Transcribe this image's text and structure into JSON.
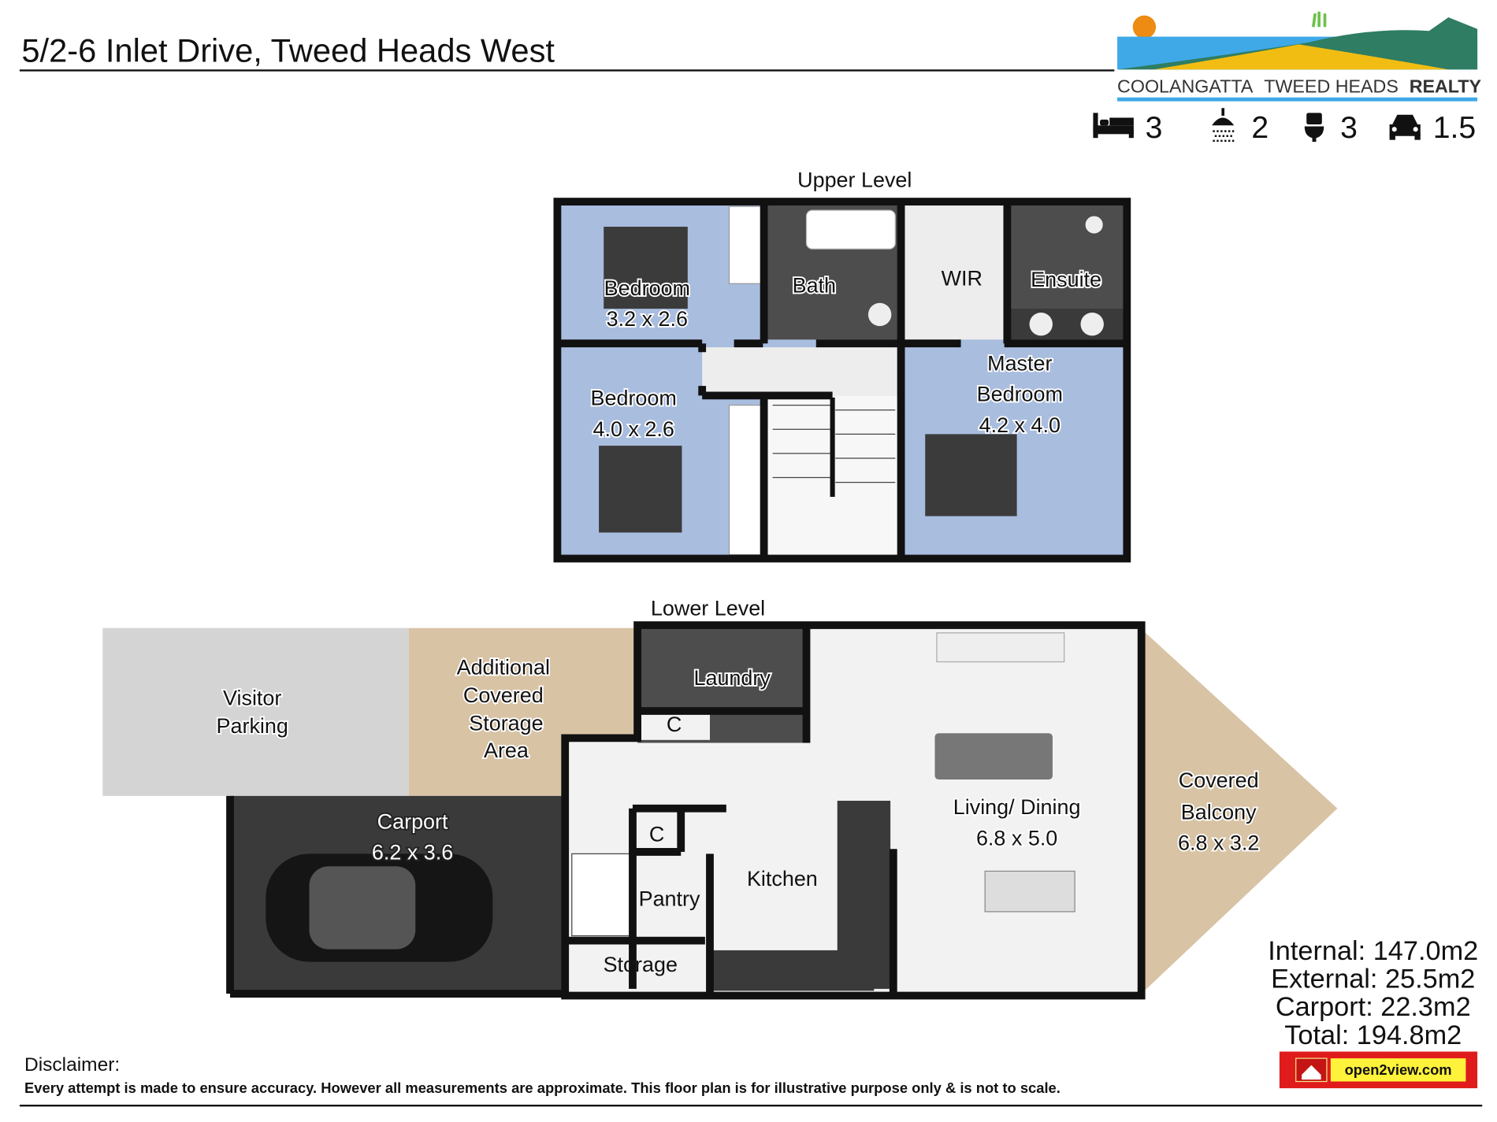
{
  "header": {
    "title": "5/2-6 Inlet Drive, Tweed Heads West"
  },
  "logo": {
    "text_light": "COOLANGATTA",
    "text_mid": "TWEED HEADS",
    "text_bold": "REALTY",
    "colors": {
      "water": "#3fa9e8",
      "sand": "#f2bd12",
      "hill": "#2f7d63",
      "sun": "#ee8b12"
    }
  },
  "features": [
    {
      "icon": "bed-icon",
      "value": "3"
    },
    {
      "icon": "shower-icon",
      "value": "2"
    },
    {
      "icon": "toilet-icon",
      "value": "3"
    },
    {
      "icon": "car-icon",
      "value": "1.5"
    }
  ],
  "upper": {
    "title": "Upper Level",
    "bedroom1": {
      "name": "Bedroom",
      "size": "3.2 x 2.6"
    },
    "bath": {
      "name": "Bath"
    },
    "wir": {
      "name": "WIR"
    },
    "ensuite": {
      "name": "Ensuite"
    },
    "bedroom2": {
      "name": "Bedroom",
      "size": "4.0 x 2.6"
    },
    "master": {
      "line1": "Master",
      "line2": "Bedroom",
      "size": "4.2 x 4.0"
    }
  },
  "lower": {
    "title": "Lower Level",
    "visitor": {
      "line1": "Visitor",
      "line2": "Parking"
    },
    "storage_area": {
      "line1": "Additional",
      "line2": "Covered",
      "line3": "Storage",
      "line4": "Area"
    },
    "carport": {
      "name": "Carport",
      "size": "6.2 x 3.6"
    },
    "laundry": {
      "name": "Laundry"
    },
    "closet1": {
      "name": "C"
    },
    "closet2": {
      "name": "C"
    },
    "pantry": {
      "name": "Pantry"
    },
    "kitchen": {
      "name": "Kitchen"
    },
    "storage": {
      "name": "Storage"
    },
    "living": {
      "name": "Living/ Dining",
      "size": "6.8 x 5.0"
    },
    "balcony": {
      "line1": "Covered",
      "line2": "Balcony",
      "size": "6.8 x 3.2"
    }
  },
  "areas": {
    "internal": "Internal: 147.0m2",
    "external": "External: 25.5m2",
    "carport": "Carport: 22.3m2",
    "total": "Total: 194.8m2"
  },
  "badge": {
    "text": "open2view.com",
    "colors": {
      "frame": "#e01b1b",
      "panel": "#fff23a"
    }
  },
  "disclaimer": {
    "title": "Disclaimer:",
    "text": "Every attempt is made to ensure accuracy. However all measurements are approximate. This floor plan is for illustrative purpose only & is not to scale."
  }
}
